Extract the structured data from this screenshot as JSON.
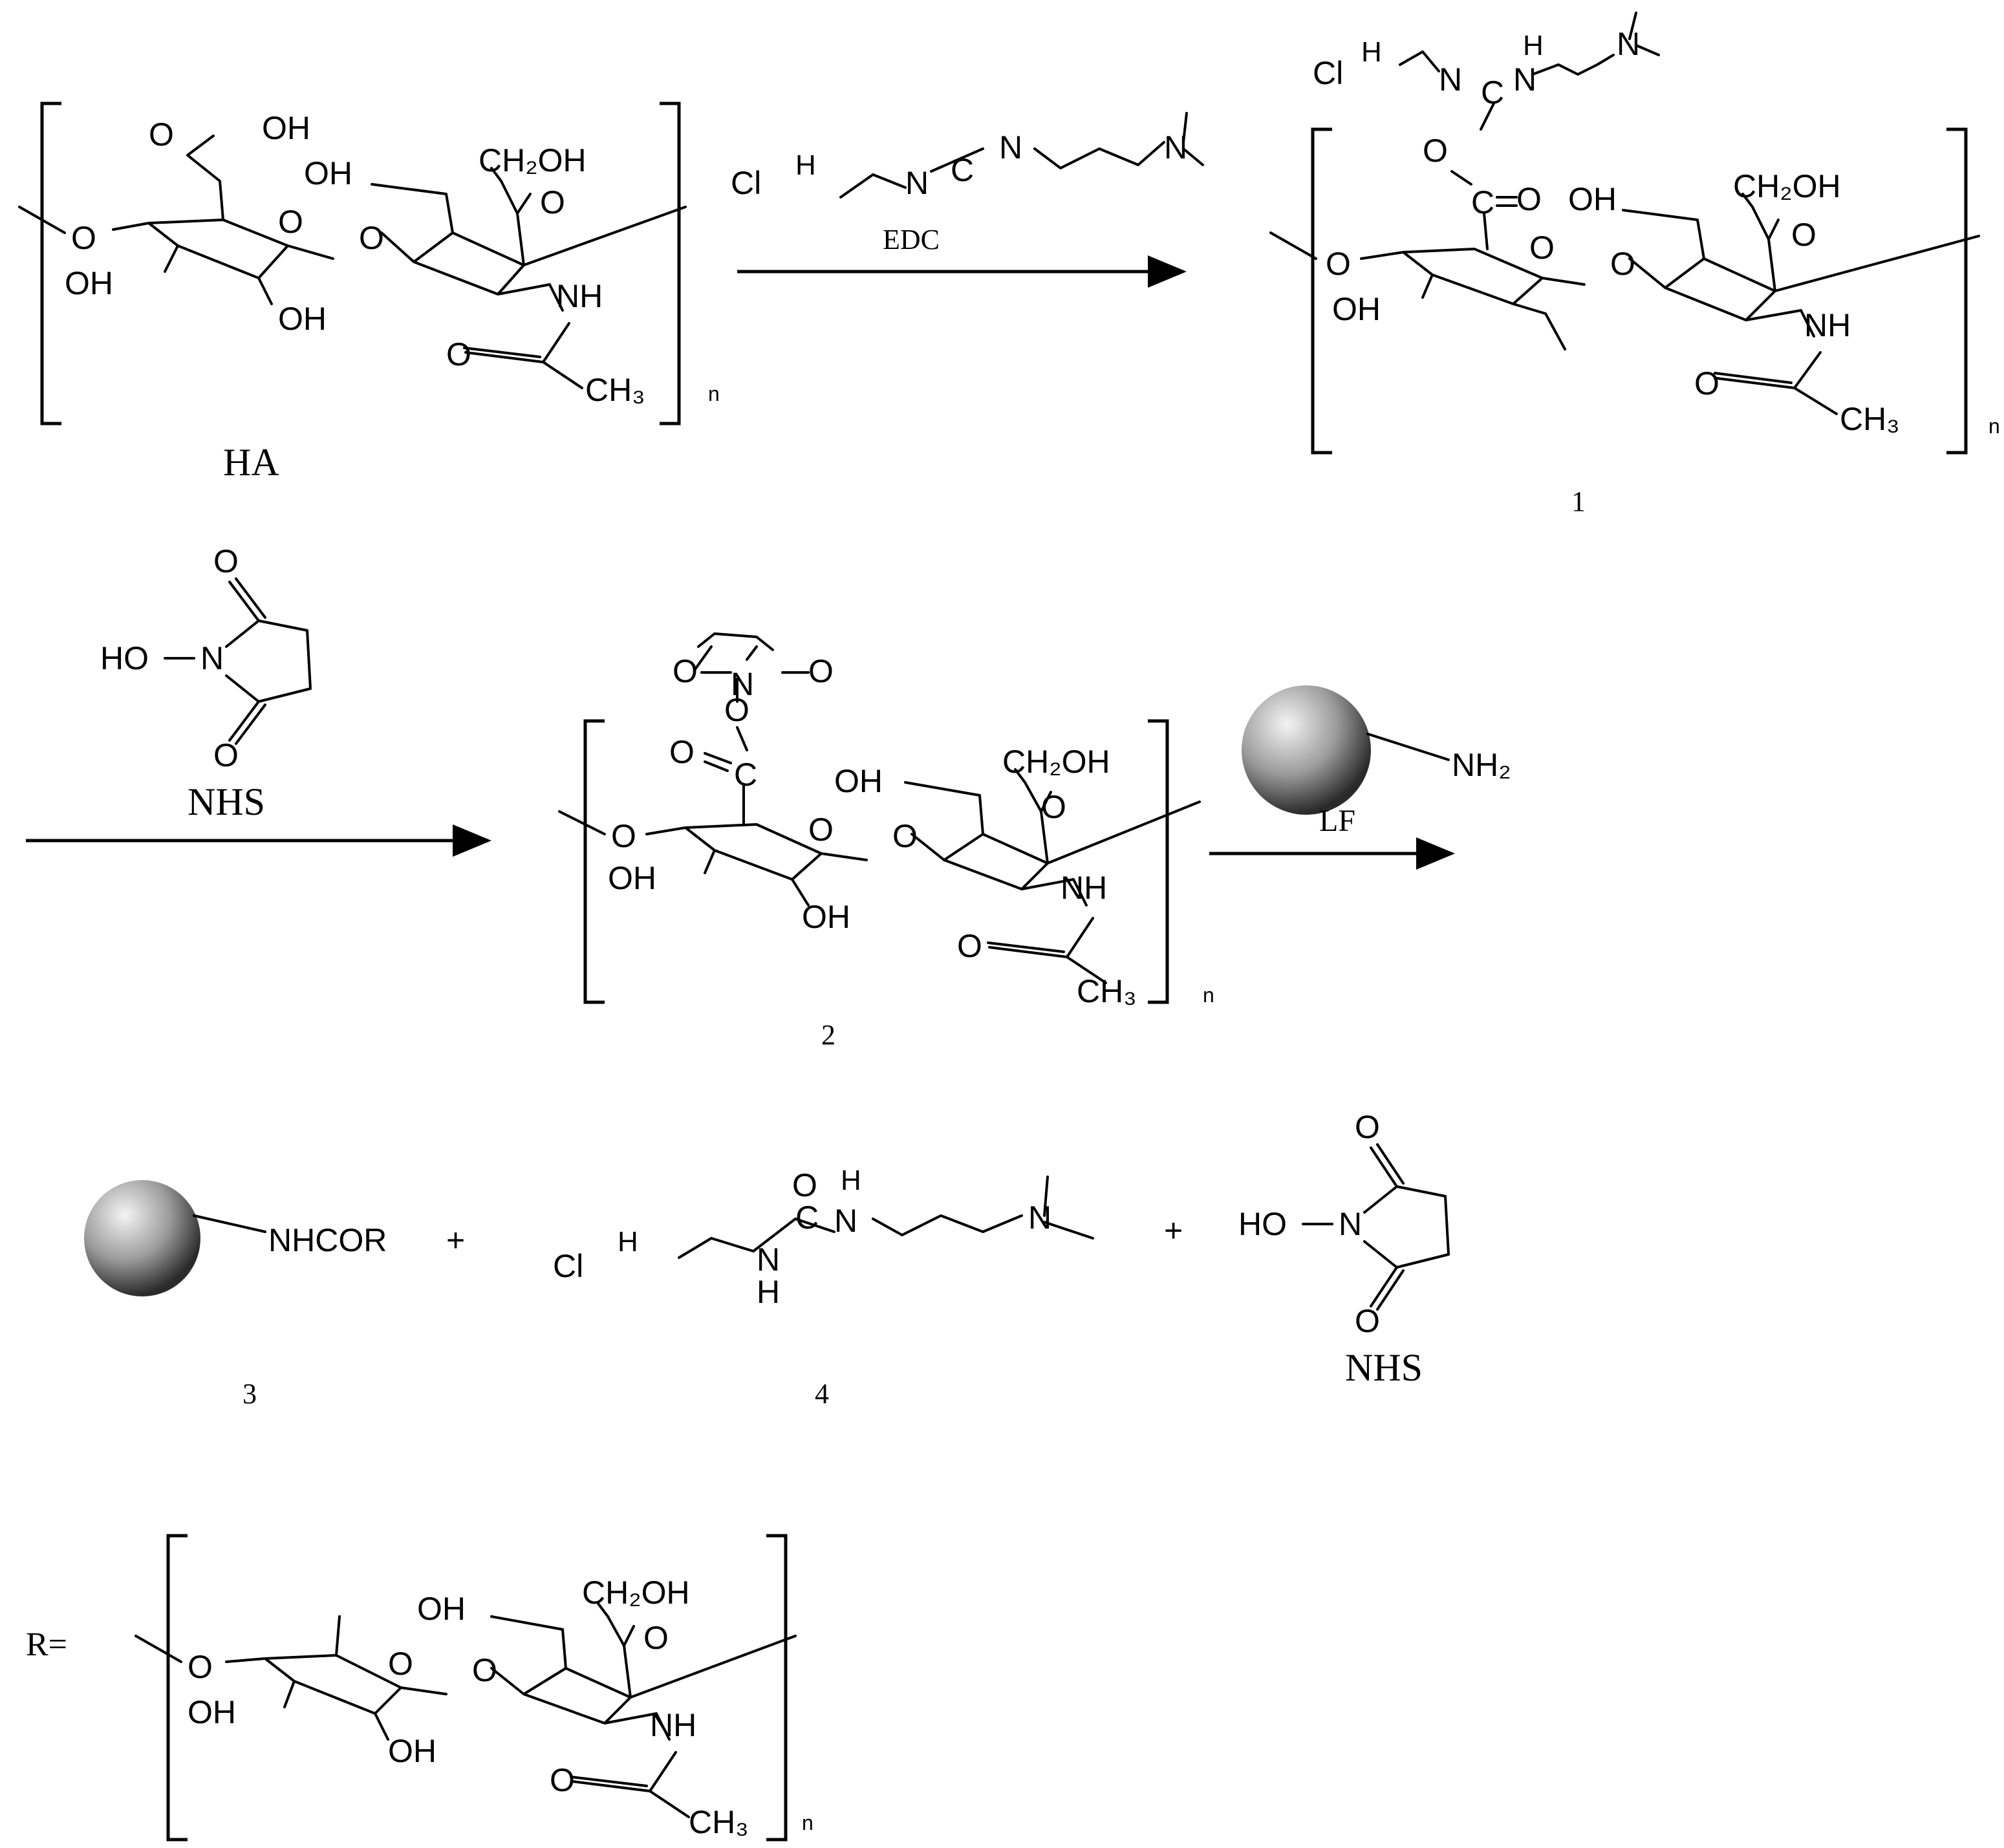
{
  "colors": {
    "ink": "#000000",
    "background": "#ffffff",
    "bead_light": "#f4f4f4",
    "bead_mid": "#9c9c9c",
    "bead_dark": "#2a2a2a"
  },
  "atoms": {
    "oh": "OH",
    "o": "O",
    "ch2oh": "CH₂OH",
    "nh": "NH",
    "ch3": "CH₃",
    "n_subscript": "n",
    "cooh": "OH",
    "c": "C",
    "n": "N",
    "h": "H",
    "cl": "Cl",
    "ho": "HO",
    "nh2": "NH₂",
    "nhcor": "NHCOR",
    "plus": "+"
  },
  "compounds": {
    "ha": "HA",
    "edc": "EDC",
    "nhs": "NHS",
    "lf": "LF",
    "c1": "1",
    "c2": "2",
    "c3": "3",
    "c4": "4",
    "nhs_product": "NHS",
    "r_def": "R="
  }
}
